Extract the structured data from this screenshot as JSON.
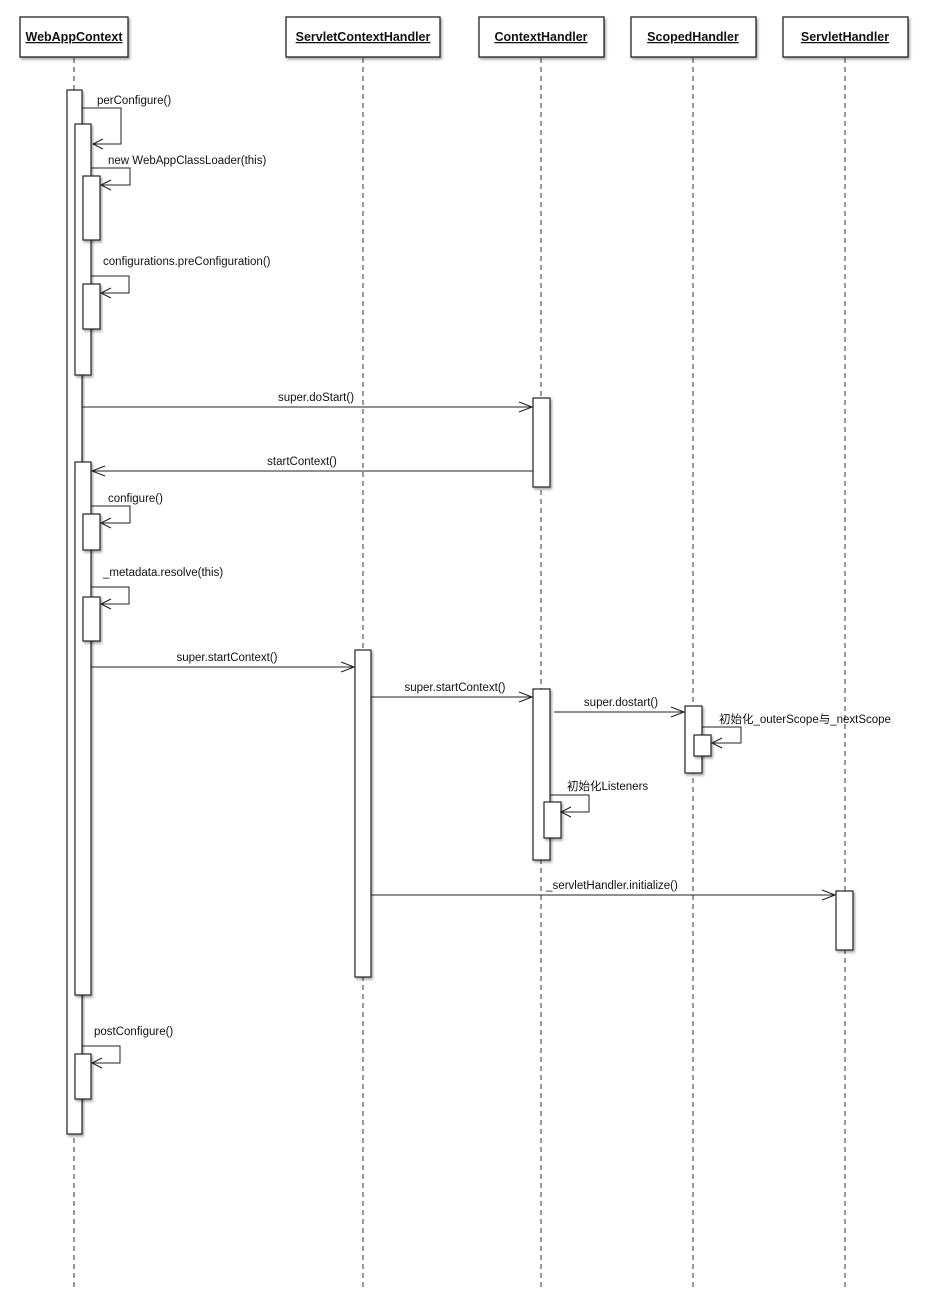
{
  "participants": [
    {
      "id": "webapp",
      "label": "WebAppContext"
    },
    {
      "id": "sch",
      "label": "ServletContextHandler"
    },
    {
      "id": "ch",
      "label": "ContextHandler"
    },
    {
      "id": "scoped",
      "label": "ScopedHandler"
    },
    {
      "id": "servlet",
      "label": "ServletHandler"
    }
  ],
  "messages": [
    {
      "label": "perConfigure()",
      "kind": "self",
      "from": "webapp",
      "to": "webapp"
    },
    {
      "label": "new WebAppClassLoader(this)",
      "kind": "self",
      "from": "webapp",
      "to": "webapp"
    },
    {
      "label": "configurations.preConfiguration()",
      "kind": "self",
      "from": "webapp",
      "to": "webapp"
    },
    {
      "label": "super.doStart()",
      "kind": "call",
      "from": "webapp",
      "to": "ch"
    },
    {
      "label": "startContext()",
      "kind": "call",
      "from": "ch",
      "to": "webapp"
    },
    {
      "label": "configure()",
      "kind": "self",
      "from": "webapp",
      "to": "webapp"
    },
    {
      "label": "_metadata.resolve(this)",
      "kind": "self",
      "from": "webapp",
      "to": "webapp"
    },
    {
      "label": "super.startContext()",
      "kind": "call",
      "from": "webapp",
      "to": "sch"
    },
    {
      "label": "super.startContext()",
      "kind": "call",
      "from": "sch",
      "to": "ch"
    },
    {
      "label": "super.dostart()",
      "kind": "call",
      "from": "ch",
      "to": "scoped"
    },
    {
      "label": "初始化_outerScope与_nextScope",
      "kind": "self",
      "from": "scoped",
      "to": "scoped"
    },
    {
      "label": "初始化Listeners",
      "kind": "self",
      "from": "ch",
      "to": "ch"
    },
    {
      "label": "_servletHandler.initialize()",
      "kind": "call",
      "from": "sch",
      "to": "servlet"
    },
    {
      "label": "postConfigure()",
      "kind": "self",
      "from": "webapp",
      "to": "webapp"
    }
  ]
}
